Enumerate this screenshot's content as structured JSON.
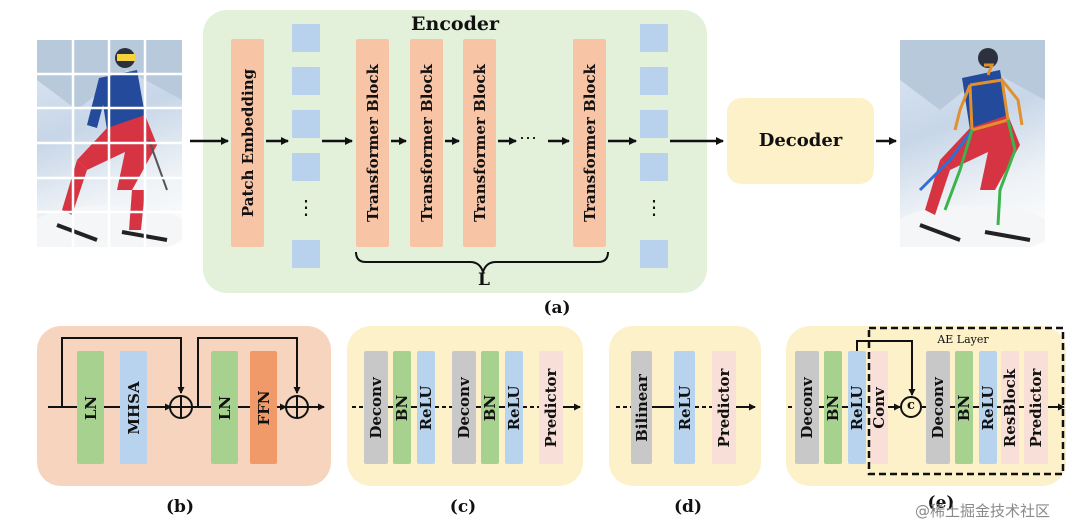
{
  "top": {
    "encoder_title": "Encoder",
    "patch_embedding": "Patch Embedding",
    "transformer_block": "Transformer Block",
    "dots": "⋯",
    "vdots": "⋮",
    "depth_label": "L",
    "decoder": "Decoder",
    "caption": "(a)"
  },
  "b": {
    "ln1": "LN",
    "mhsa": "MHSA",
    "ln2": "LN",
    "ffn": "FFN",
    "caption": "(b)"
  },
  "c": {
    "deconv1": "Deconv",
    "bn1": "BN",
    "relu1": "ReLU",
    "deconv2": "Deconv",
    "bn2": "BN",
    "relu2": "ReLU",
    "predictor": "Predictor",
    "caption": "(c)"
  },
  "d": {
    "bilinear": "Bilinear",
    "relu": "ReLU",
    "predictor": "Predictor",
    "caption": "(d)"
  },
  "e": {
    "ae_layer": "AE Layer",
    "deconv1": "Deconv",
    "bn1": "BN",
    "relu1": "ReLU",
    "conv": "Conv",
    "concat": "c",
    "deconv2": "Deconv",
    "bn2": "BN",
    "relu2": "ReLU",
    "resblock": "ResBlock",
    "predictor": "Predictor",
    "caption": "(e)"
  },
  "watermark": "@稀土掘金技术社区",
  "colors": {
    "encoder_bg": "#e3f0da",
    "orange_block": "#f7c4a6",
    "token": "#b8d2ee",
    "decoder_bg": "#fdf1c9",
    "panel_b_bg": "#f6d4bd",
    "panel_cde_bg": "#fdf1c9",
    "gray": "#c8c8c8",
    "green": "#a6d18e",
    "blue": "#b7d3ee",
    "pink": "#f8e0d9",
    "ffn": "#ef9a68"
  }
}
